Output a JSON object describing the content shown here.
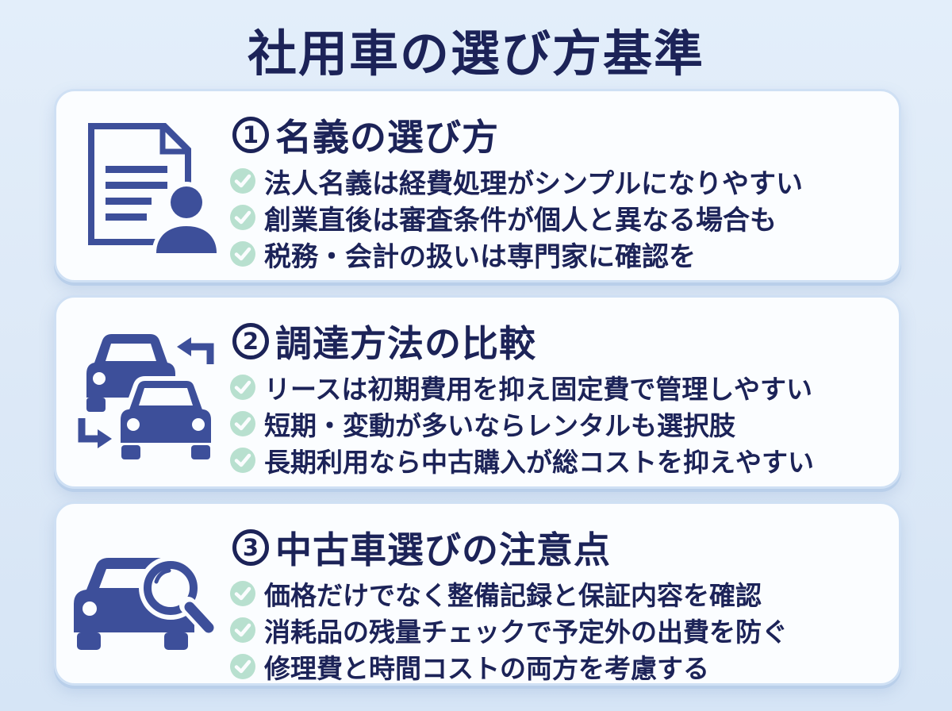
{
  "title": "社用車の選び方基準",
  "colors": {
    "navy": "#1c2358",
    "icon_blue": "#3d4f9a",
    "check_green": "#b8e0cf",
    "card_bg": "#fbfdff"
  },
  "sections": [
    {
      "number": "1",
      "heading": "名義の選び方",
      "icon": "document-person-icon",
      "items": [
        "法人名義は経費処理がシンプルになりやすい",
        "創業直後は審査条件が個人と異なる場合も",
        "税務・会計の扱いは専門家に確認を"
      ]
    },
    {
      "number": "2",
      "heading": "調達方法の比較",
      "icon": "car-exchange-icon",
      "items": [
        "リースは初期費用を抑え固定費で管理しやすい",
        "短期・変動が多いならレンタルも選択肢",
        "長期利用なら中古購入が総コストを抑えやすい"
      ]
    },
    {
      "number": "3",
      "heading": "中古車選びの注意点",
      "icon": "car-magnifier-icon",
      "items": [
        "価格だけでなく整備記録と保証内容を確認",
        "消耗品の残量チェックで予定外の出費を防ぐ",
        "修理費と時間コストの両方を考慮する"
      ]
    }
  ]
}
